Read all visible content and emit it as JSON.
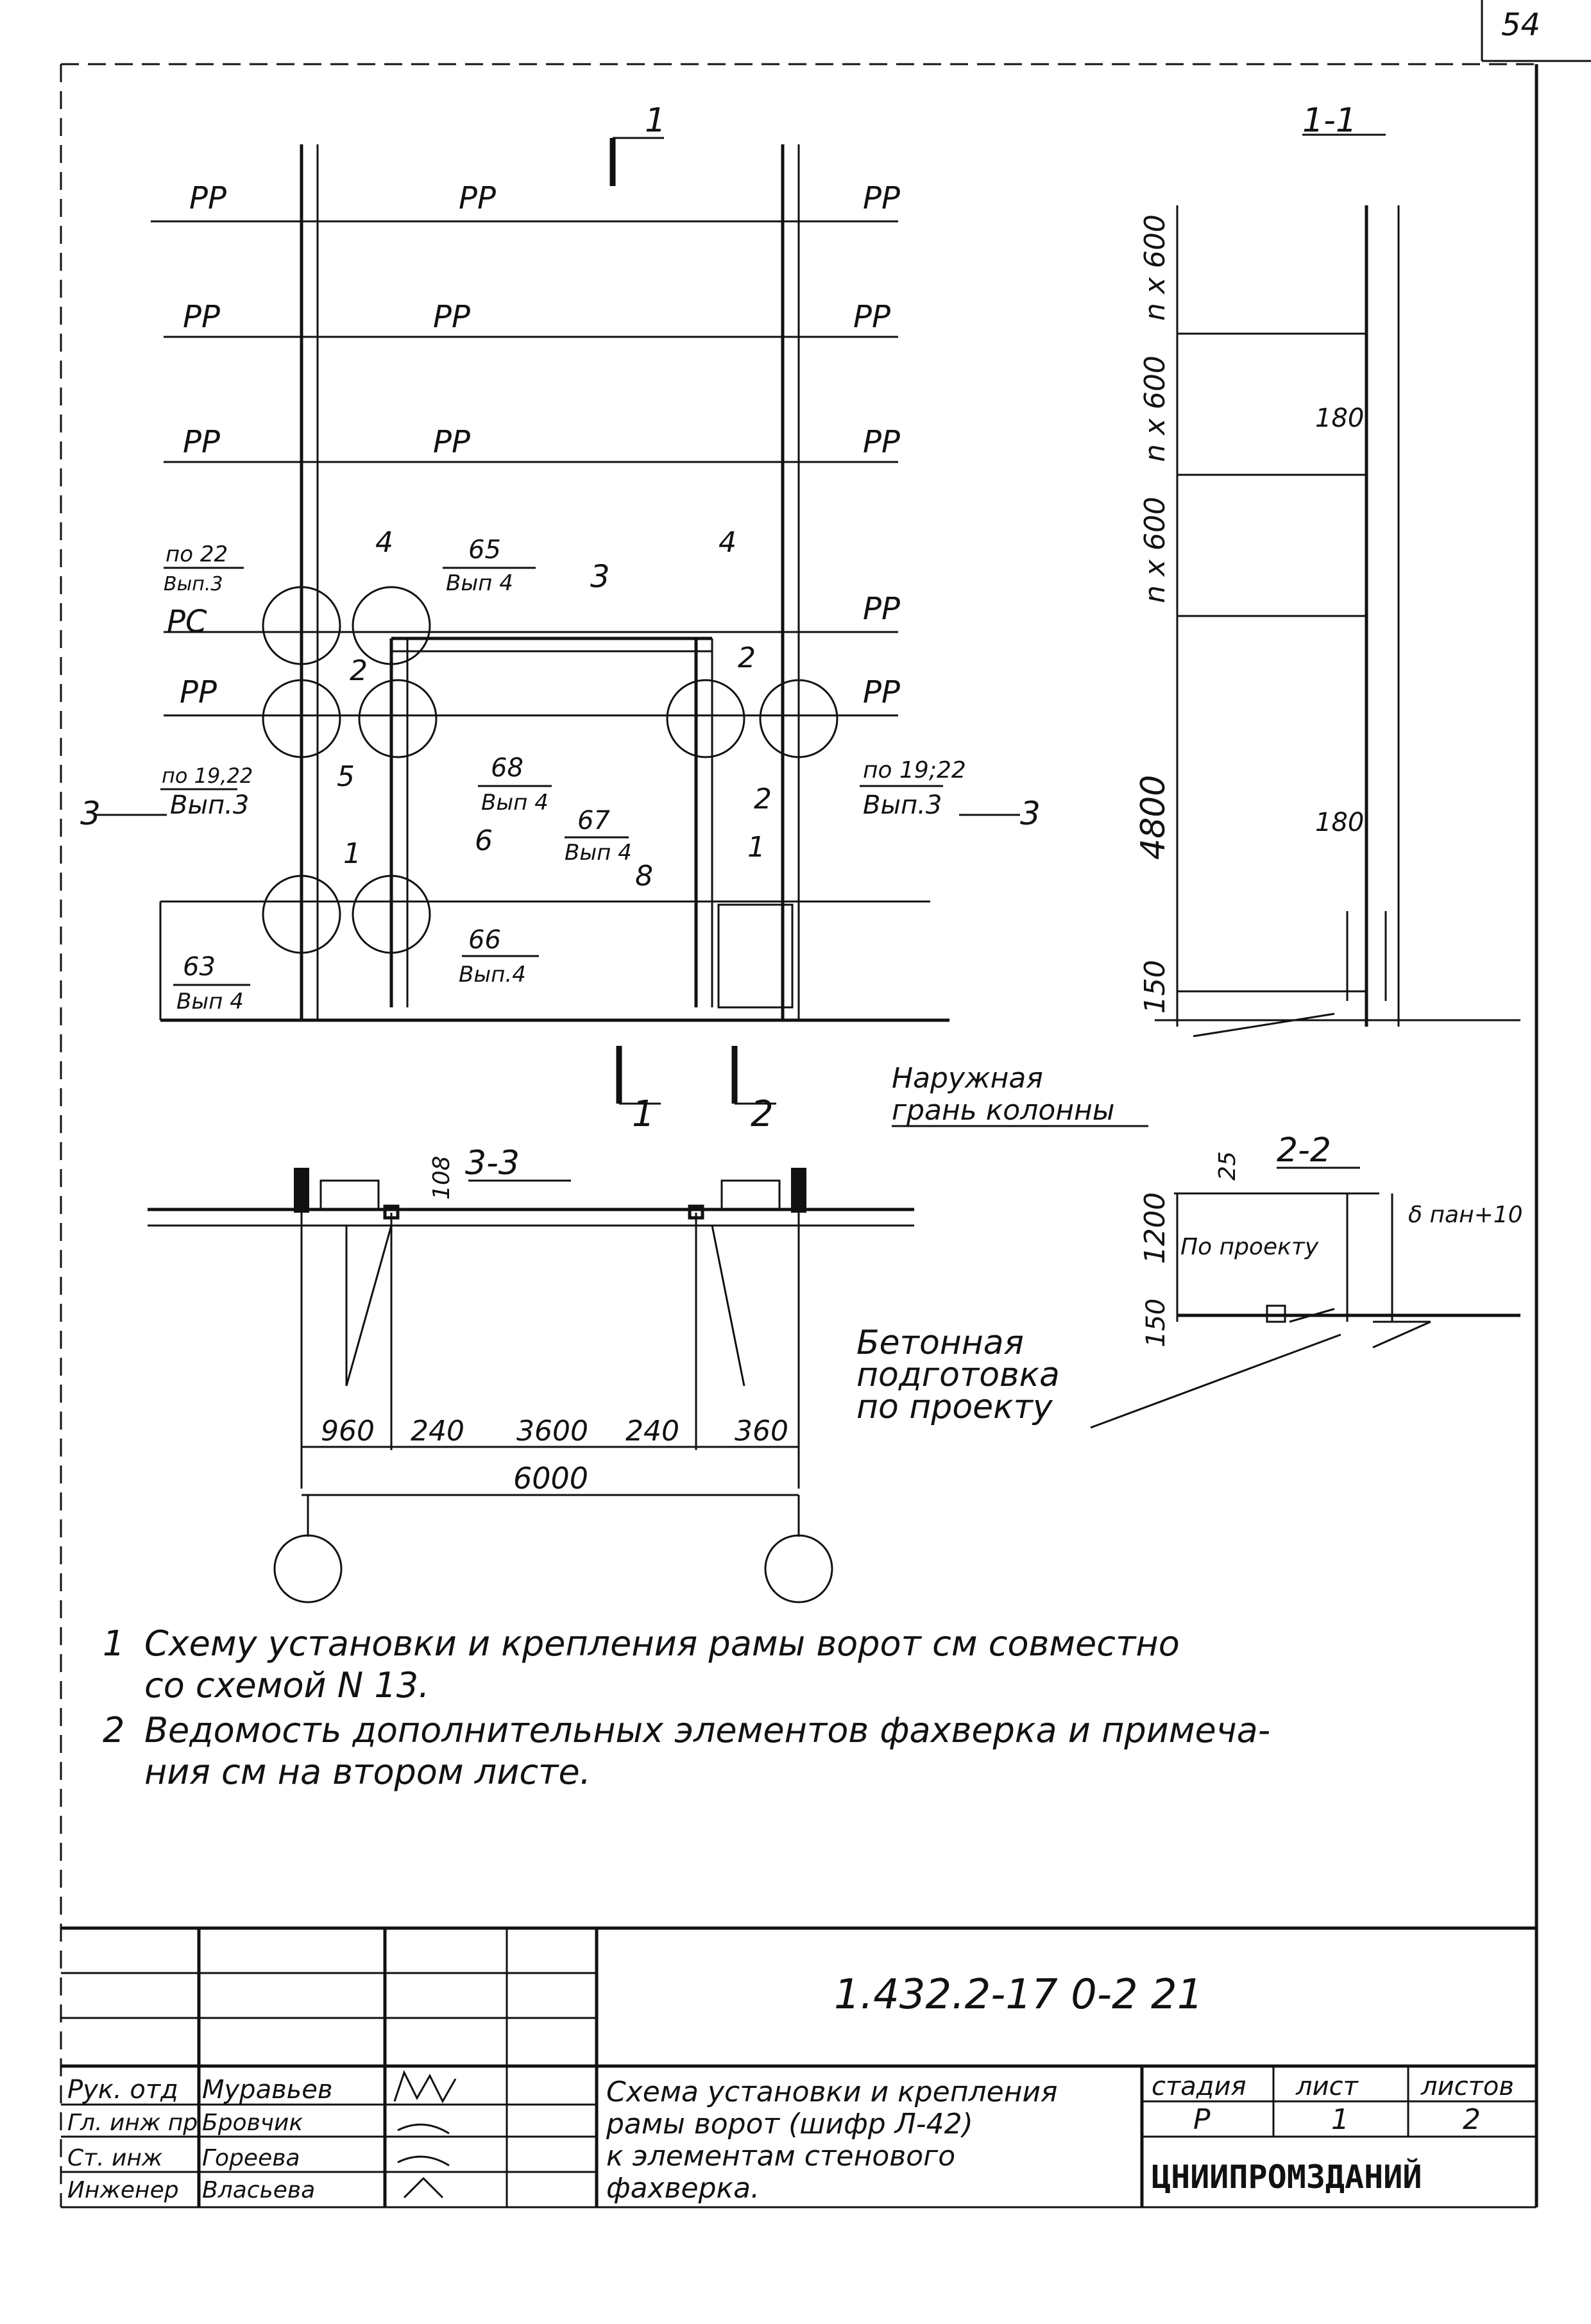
{
  "sheet_number": "54",
  "elevation": {
    "cut_mark": "1",
    "labels": [
      {
        "text": "РР"
      },
      {
        "text": "РР"
      },
      {
        "text": "РР"
      },
      {
        "text": "РР"
      },
      {
        "text": "РР"
      },
      {
        "text": "РР"
      },
      {
        "text": "РР"
      },
      {
        "text": "РР"
      },
      {
        "text": "РР"
      },
      {
        "text": "РР"
      },
      {
        "text": "РР"
      },
      {
        "text": "РР"
      },
      {
        "text": "РС"
      }
    ],
    "refs": [
      {
        "num": "по 22",
        "den": "Вып.3"
      },
      {
        "num": "65",
        "den": "Вып 4"
      },
      {
        "num": "по 19,22",
        "den": "Вып.3"
      },
      {
        "num": "68",
        "den": "Вып 4"
      },
      {
        "num": "67",
        "den": "Вып 4"
      },
      {
        "num": "по 19;22",
        "den": "Вып.3"
      },
      {
        "num": "63",
        "den": "Вып 4"
      },
      {
        "num": "66",
        "den": "Вып.4"
      }
    ],
    "pos": [
      "4",
      "3",
      "4",
      "2",
      "2",
      "5",
      "6",
      "2",
      "1",
      "8",
      "1"
    ],
    "section_3": "3",
    "cut_1": "1",
    "cut_2": "2"
  },
  "section_1_1": {
    "title": "1-1",
    "dims": [
      "n x 600",
      "n x 600",
      "n x 600",
      "4800",
      "150"
    ],
    "dim_180a": "180",
    "dim_180b": "180"
  },
  "section_3_3": {
    "title": "3-3",
    "dim_108": "108",
    "dims": [
      "960",
      "240",
      "3600",
      "240",
      "360"
    ],
    "total": "6000"
  },
  "section_2_2": {
    "title": "2-2",
    "dim_25": "25",
    "dims": [
      "1200",
      "150"
    ],
    "label_by_project": "По проекту",
    "label_b": "δ пан+10"
  },
  "callouts": {
    "outer_face": [
      "Наружная",
      "грань колонны"
    ],
    "concrete": [
      "Бетонная",
      "подготовка",
      "по проекту"
    ]
  },
  "notes": [
    {
      "num": "1",
      "lines": [
        "Схему установки и крепления рамы ворот см совместно",
        "со схемой N 13."
      ]
    },
    {
      "num": "2",
      "lines": [
        "Ведомость дополнительных элементов фахверка и примеча-",
        "ния см на втором листе."
      ]
    }
  ],
  "title_block": {
    "code": "1.432.2-17 0-2 21",
    "roles": [
      {
        "role": "Рук. отд",
        "name": "Муравьев"
      },
      {
        "role": "Гл. инж пр",
        "name": "Бровчик"
      },
      {
        "role": "Ст. инж",
        "name": "Гореева"
      },
      {
        "role": "Инженер",
        "name": "Власьева"
      }
    ],
    "description": [
      "Схема установки и крепления",
      "рамы ворот (шифр Л-42)",
      "к элементам стенового",
      "фахверка."
    ],
    "headers": [
      "стадия",
      "лист",
      "листов"
    ],
    "values": [
      "Р",
      "1",
      "2"
    ],
    "org": "ЦНИИПРОМЗДАНИЙ"
  }
}
